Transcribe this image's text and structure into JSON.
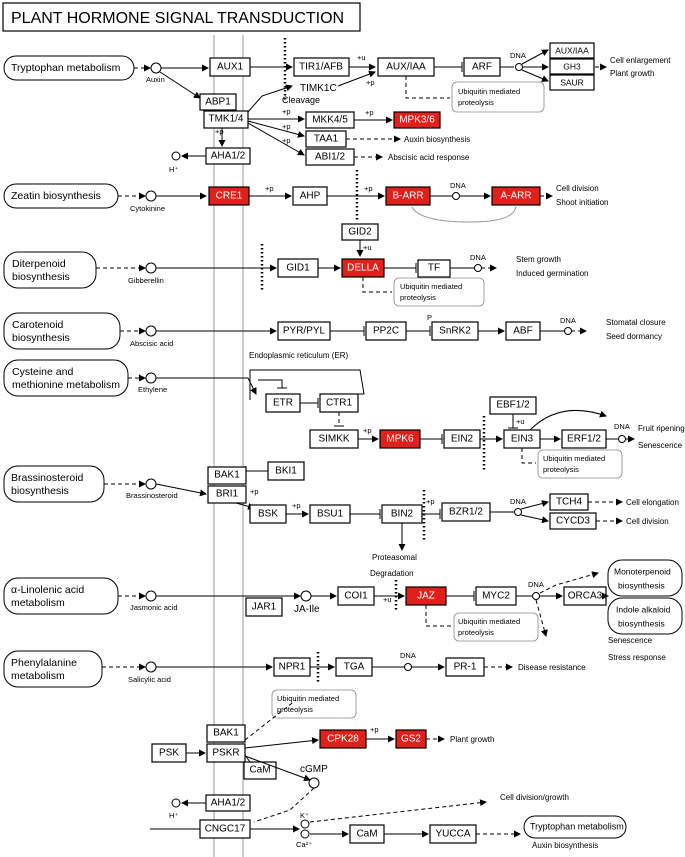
{
  "title": "PLANT HORMONE SIGNAL TRANSDUCTION",
  "pathways": {
    "trp": "Tryptophan metabolism",
    "zeatin": "Zeatin biosynthesis",
    "diterp1": "Diterpenoid",
    "diterp2": "biosynthesis",
    "carot1": "Carotenoid",
    "carot2": "biosynthesis",
    "cys1": "Cysteine and",
    "cys2": "methionine metabolism",
    "brass1": "Brassinosteroid",
    "brass2": "biosynthesis",
    "lino1": "α-Linolenic acid",
    "lino2": "metabolism",
    "phe1": "Phenylalanine",
    "phe2": "metabolism",
    "mono1": "Monoterpenoid",
    "mono2": "biosynthesis",
    "indole1": "Indole alkaloid",
    "indole2": "biosynthesis",
    "trp2": "Tryptophan metabolism"
  },
  "genes": {
    "aux1": "AUX1",
    "tir1": "TIR1/AFB",
    "auxiaa": "AUX/IAA",
    "arf": "ARF",
    "auxiaa2": "AUX/IAA",
    "gh3": "GH3",
    "saur": "SAUR",
    "abp1": "ABP1",
    "tmk14": "TMK1/4",
    "mkk45": "MKK4/5",
    "mpk36": "MPK3/6",
    "taa1": "TAA1",
    "abi12": "ABI1/2",
    "aha12": "AHA1/2",
    "cre1": "CRE1",
    "ahp": "AHP",
    "barr": "B-ARR",
    "aarr": "A-ARR",
    "gid2": "GID2",
    "gid1": "GID1",
    "della": "DELLA",
    "tf": "TF",
    "pyr": "PYR/PYL",
    "pp2c": "PP2C",
    "snrk2": "SnRK2",
    "abf": "ABF",
    "etr": "ETR",
    "ctr1": "CTR1",
    "simkk": "SIMKK",
    "mpk6": "MPK6",
    "ein2": "EIN2",
    "ebf12": "EBF1/2",
    "ein3": "EIN3",
    "erf12": "ERF1/2",
    "bak1": "BAK1",
    "bki1": "BKI1",
    "bri1": "BRI1",
    "bsk": "BSK",
    "bsu1": "BSU1",
    "bin2": "BIN2",
    "bzr12": "BZR1/2",
    "tch4": "TCH4",
    "cycd3": "CYCD3",
    "jar1": "JAR1",
    "coi1": "COI1",
    "jaz": "JAZ",
    "myc2": "MYC2",
    "orca3": "ORCA3",
    "npr1": "NPR1",
    "tga": "TGA",
    "pr1": "PR-1",
    "bak1b": "BAK1",
    "psk": "PSK",
    "pskr": "PSKR",
    "cam": "CaM",
    "cpk28": "CPK28",
    "gs2": "GS2",
    "aha12b": "AHA1/2",
    "cngc17": "CNGC17",
    "cam2": "CaM",
    "yucca": "YUCCA"
  },
  "labels": {
    "auxin": "Auxin",
    "timk1c": "TIMK1C",
    "cleavage": "Cleavage",
    "u1": "+u",
    "p1": "+p",
    "p2": "+p",
    "p3": "+p",
    "p4": "+p",
    "p5": "+p",
    "p6": "+p",
    "hplus1": "H⁺",
    "dna1": "DNA",
    "cytokinine": "Cytokinine",
    "dna2": "DNA",
    "p7": "+p",
    "p8": "+p",
    "u2": "+u",
    "gibberellin": "Gibberellin",
    "dna3": "DNA",
    "p9": "P",
    "abscisic": "Abscisic acid",
    "dna4": "DNA",
    "er": "Endoplasmic reticulum (ER)",
    "ethylene": "Ethylene",
    "p10": "+p",
    "u3": "+u",
    "dna5": "DNA",
    "brassinosteroid": "Brassinosteroid",
    "p11": "+p",
    "p12": "+p",
    "p13": "+p",
    "proteasomal": "Proteasomal",
    "degradation": "Degradation",
    "dna6": "DNA",
    "jasmonic": "Jasmonic acid",
    "jaile": "JA-Ile",
    "u4": "+u",
    "dna7": "DNA",
    "salicylic": "Salicylic acid",
    "dna8": "DNA",
    "p14": "+p",
    "cgmp": "cGMP",
    "hplus2": "H⁺",
    "kplus": "K⁺",
    "ca2": "Ca²⁺"
  },
  "ubiquitin": {
    "line1": "Ubiquitin mediated",
    "line2": "proteolysis"
  },
  "outputs": {
    "cell_enlarge": "Cell enlargement",
    "plant_growth": "Plant growth",
    "aux_biosyn": "Auxin biosynthesis",
    "abscisic_resp": "Abscisic acid response",
    "cell_div": "Cell division",
    "shoot_init": "Shoot initiation",
    "stem_growth": "Stem growth",
    "induced_germ": "Induced germination",
    "stomatal": "Stomatal closure",
    "seed_dorm": "Seed dormancy",
    "fruit_rip": "Fruit ripening",
    "senescence": "Senescence",
    "cell_elong": "Cell elongation",
    "cell_div2": "Cell division",
    "senescence2": "Senescence",
    "stress_resp": "Stress response",
    "disease_res": "Disease resistance",
    "plant_growth2": "Plant growth",
    "cell_div_growth": "Cell division/growth",
    "aux_biosyn2": "Auxin biosynthesis"
  },
  "colors": {
    "highlight": "#e0201b",
    "membrane": "#9a9a9a"
  }
}
